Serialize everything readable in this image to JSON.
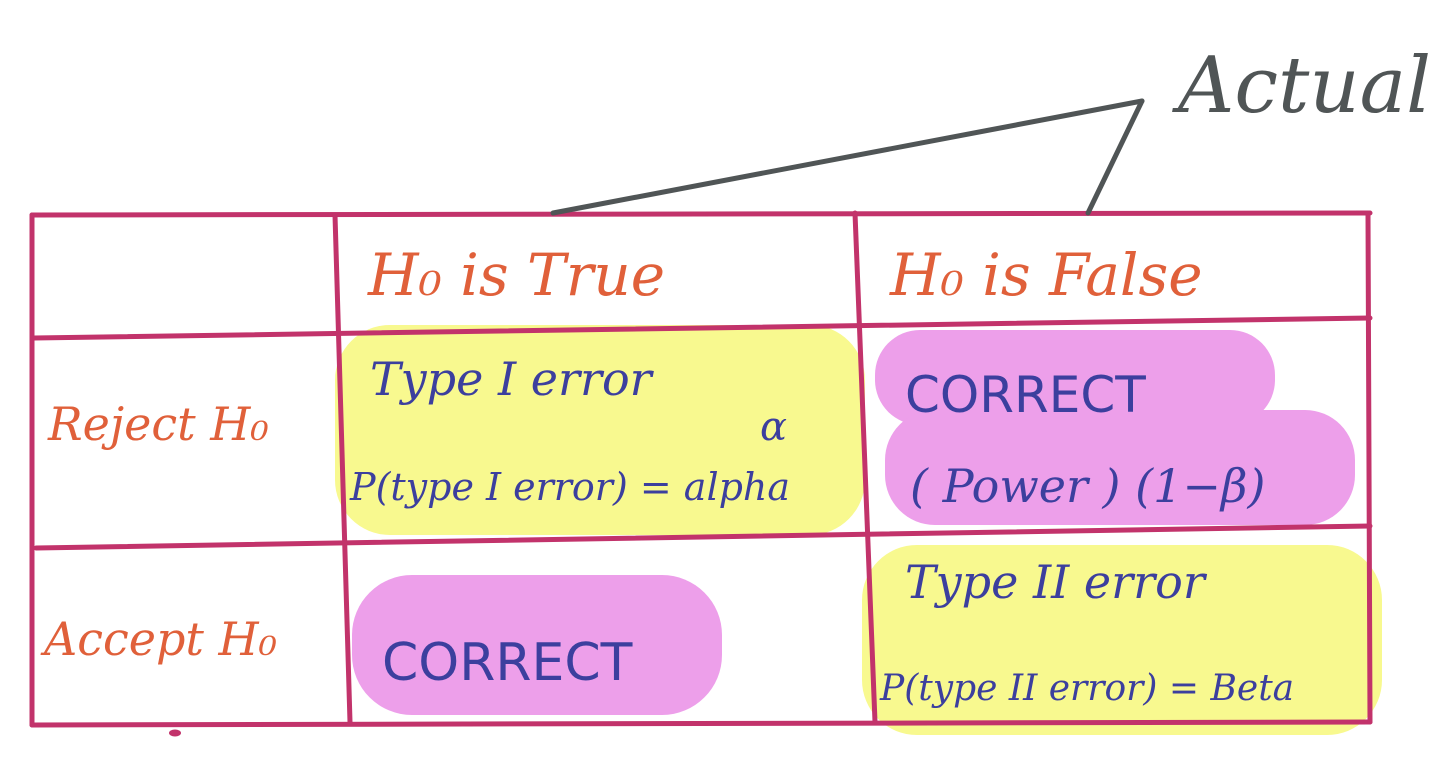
{
  "header_label": "Actual",
  "columns": [
    "H₀ is True",
    "H₀ is False"
  ],
  "rows": [
    "Reject H₀",
    "Accept H₀"
  ],
  "cells": {
    "reject_true": {
      "line1": "Type I error",
      "line2": "P(type I error) = alpha",
      "symbol": "α"
    },
    "reject_false": {
      "line1": "CORRECT",
      "line2": "( Power ) (1−β)"
    },
    "accept_true": {
      "line1": "CORRECT"
    },
    "accept_false": {
      "line1": "Type II error",
      "line2": "P(type II error) = Beta"
    }
  },
  "colors": {
    "grid": "#c2336b",
    "orange": "#e0603a",
    "blue": "#3c3f9e",
    "gray": "#505556",
    "yellow_highlight": "#f6f76a",
    "pink_highlight": "#e77fe3"
  }
}
